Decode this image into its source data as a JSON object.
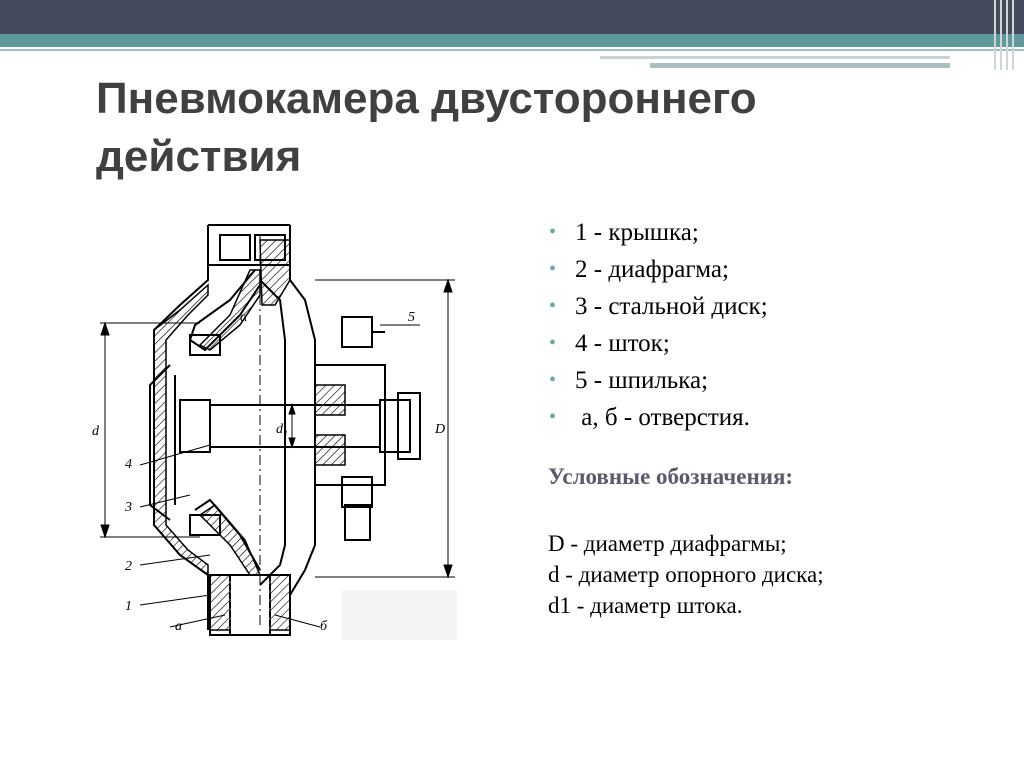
{
  "slide": {
    "title_lines": [
      "Пневмокамера двустороннего",
      "действия"
    ]
  },
  "legend": {
    "items": [
      "1 - крышка;",
      "2 - диафрагма;",
      "3 - стальной диск;",
      "4 - шток;",
      "5 - шпилька;",
      " а, б - отверстия."
    ]
  },
  "notes": {
    "heading": "Условные обозначения:",
    "definitions": [
      "D - диаметр диафрагмы;",
      "d - диаметр опорного диска;",
      "d1 - диаметр штока."
    ]
  },
  "diagram": {
    "callouts": [
      "1",
      "2",
      "3",
      "4",
      "5",
      "а",
      "б"
    ],
    "dimensions": [
      "d",
      "D",
      "d₁",
      "α"
    ]
  },
  "colors": {
    "top_bar": "#454a5c",
    "accent": "#5f9a9b",
    "title_text": "#404040",
    "bullet": "#6aa8a8"
  }
}
